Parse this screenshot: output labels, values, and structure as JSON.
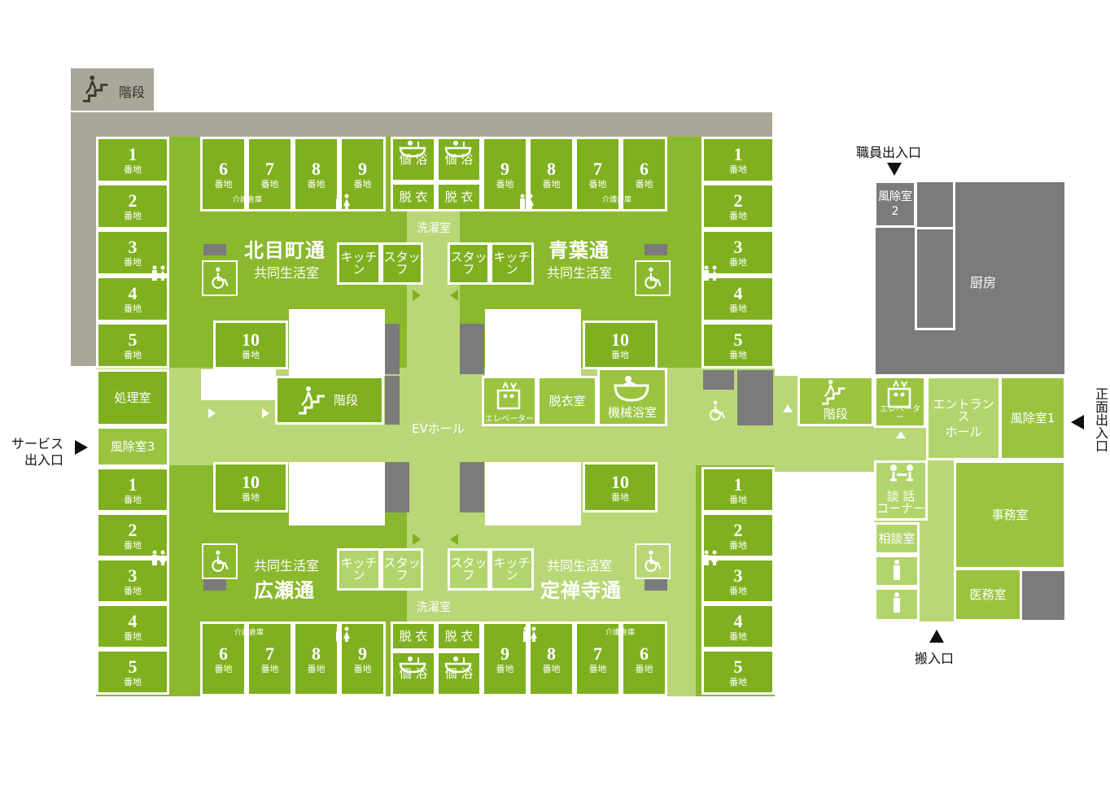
{
  "labels": {
    "stairs": "階段",
    "staff_entrance": "職員出入口",
    "main_entrance": "正面出入口",
    "service_entrance_1": "サービス",
    "service_entrance_2": "出入口",
    "delivery_entrance": "搬入口",
    "kitchen_main": "厨房",
    "vestibule2_a": "風除室",
    "vestibule2_b": "2",
    "vestibule1": "風除室1",
    "vestibule3": "風除室3",
    "disposal": "処理室",
    "ev_hall": "EVホール",
    "elevator": "エレベーター",
    "undress_room": "脱衣室",
    "machine_bath": "機械浴室",
    "entrance_hall_1": "エントランス",
    "entrance_hall_2": "ホール",
    "talk_corner_1": "談 話",
    "talk_corner_2": "コーナー",
    "consult": "相談室",
    "office": "事務室",
    "medical": "医務室",
    "laundry": "洗濯室",
    "kitchen": "キッチン",
    "staff": "スタッフ",
    "care_storage": "介護倉庫",
    "private_bath": "個 浴",
    "undress": "脱 衣",
    "common_room": "共同生活室",
    "banchi": "番地"
  },
  "units": {
    "nw": "北目町通",
    "ne": "青葉通",
    "sw": "広瀬通",
    "se": "定禅寺通"
  },
  "numbers": {
    "n1": "1",
    "n2": "2",
    "n3": "3",
    "n4": "4",
    "n5": "5",
    "n6": "6",
    "n7": "7",
    "n8": "8",
    "n9": "9",
    "n10": "10"
  },
  "colors": {
    "dark_green": "#7fb01f",
    "light_green": "#b2d46c",
    "gray": "#a9a69a",
    "dark_gray": "#7b7b7b"
  },
  "icons": [
    "stairs-icon",
    "wheelchair-icon",
    "toilet-icon",
    "bath-icon",
    "elevator-icon",
    "machine-bath-icon",
    "talk-icon",
    "person-icon"
  ]
}
